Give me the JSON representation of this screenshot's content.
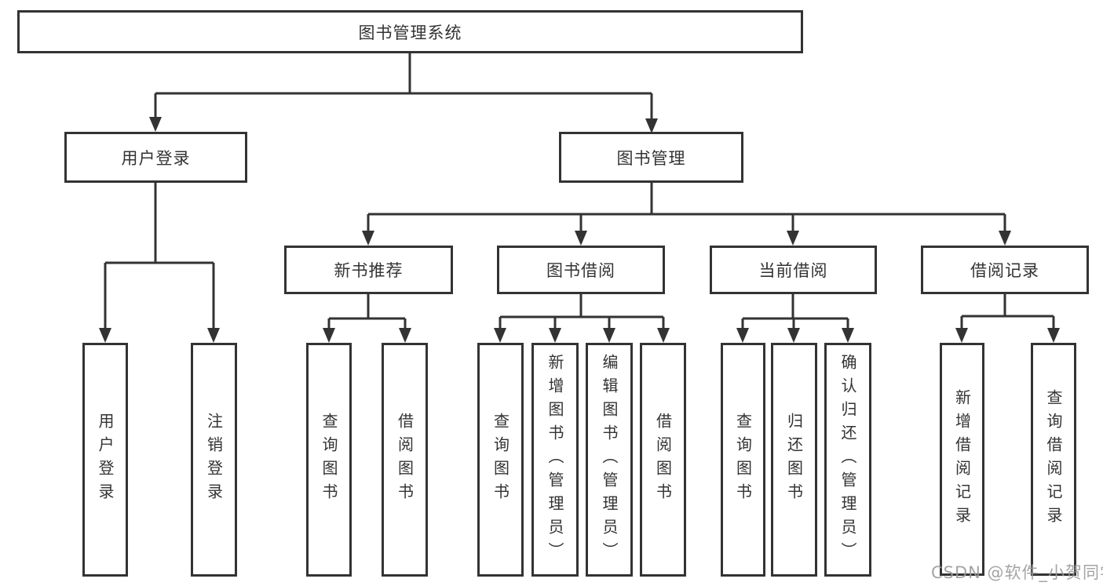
{
  "diagram_title": "图书管理系统",
  "colors": {
    "line": "#333333",
    "box_background": "#ffffff",
    "text": "#333333",
    "watermark": "#9b9b9b"
  },
  "watermark": {
    "text": "CSDN @软件_小贺同学"
  },
  "tree": {
    "label": "图书管理系统",
    "children": [
      {
        "label": "用户登录",
        "children": [
          {
            "label": "用户登录"
          },
          {
            "label": "注销登录"
          }
        ]
      },
      {
        "label": "图书管理",
        "children": [
          {
            "label": "新书推荐",
            "children": [
              {
                "label": "查询图书"
              },
              {
                "label": "借阅图书"
              }
            ]
          },
          {
            "label": "图书借阅",
            "children": [
              {
                "label": "查询图书"
              },
              {
                "label": "新增图书（管理员）"
              },
              {
                "label": "编辑图书（管理员）"
              },
              {
                "label": "借阅图书"
              }
            ]
          },
          {
            "label": "当前借阅",
            "children": [
              {
                "label": "查询图书"
              },
              {
                "label": "归还图书"
              },
              {
                "label": "确认归还（管理员）"
              }
            ]
          },
          {
            "label": "借阅记录",
            "children": [
              {
                "label": "新增借阅记录"
              },
              {
                "label": "查询借阅记录"
              }
            ]
          }
        ]
      }
    ]
  }
}
